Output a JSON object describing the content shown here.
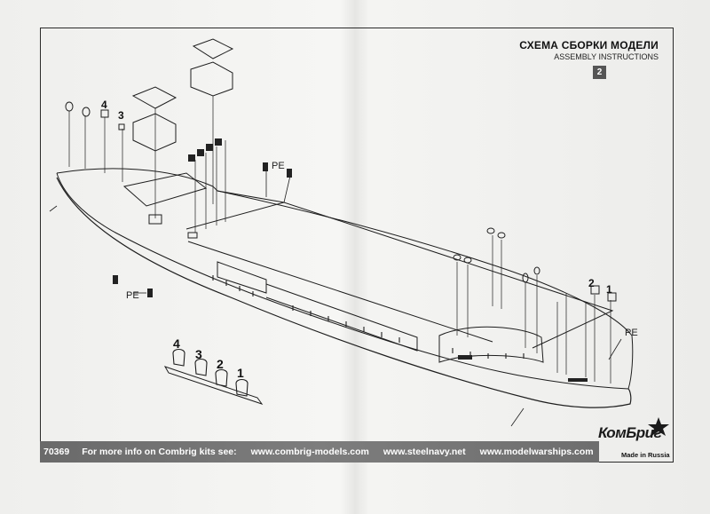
{
  "title": {
    "ru": "СХЕМА СБОРКИ МОДЕЛИ",
    "en": "ASSEMBLY INSTRUCTIONS",
    "page": "2"
  },
  "labels": {
    "pe": "PE",
    "parts": [
      "4",
      "3",
      "2",
      "1"
    ]
  },
  "footer": {
    "kit_number": "70369",
    "info": "For more info on Combrig kits see:",
    "links": [
      "www.combrig-models.com",
      "www.steelnavy.net",
      "www.modelwarships.com"
    ]
  },
  "brand": {
    "name": "КомБриг",
    "sub": "Made in Russia"
  },
  "colors": {
    "ink": "#1e1e1e",
    "footer_bg": "#707070",
    "page_badge": "#555555"
  }
}
